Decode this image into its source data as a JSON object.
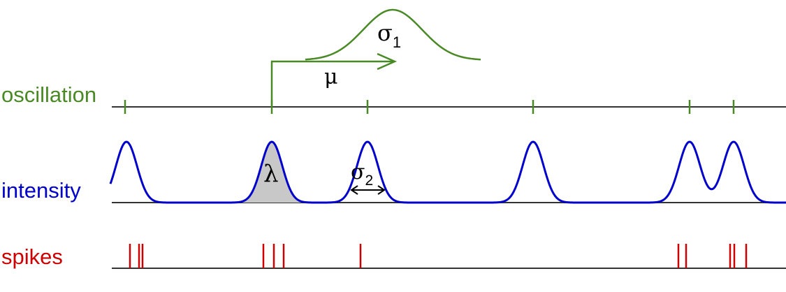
{
  "labels": {
    "oscillation": "oscillation",
    "intensity": "intensity",
    "spikes": "spikes",
    "mu": "μ",
    "sigma1_base": "σ",
    "sigma1_sub": "1",
    "sigma2_base": "σ",
    "sigma2_sub": "2",
    "lambda": "λ"
  },
  "colors": {
    "oscillation": "#4a8a26",
    "intensity": "#0000cc",
    "spikes": "#cc0000",
    "axis": "#333333",
    "shaded_area": "#c8c8c8",
    "annotation": "#000000"
  }
}
